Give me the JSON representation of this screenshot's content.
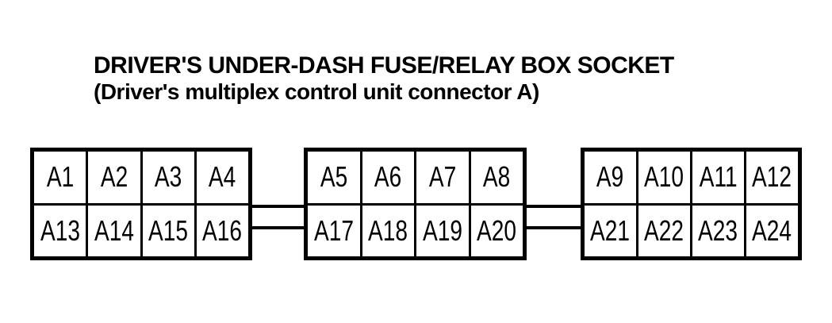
{
  "title": "DRIVER'S UNDER-DASH FUSE/RELAY BOX SOCKET",
  "subtitle": "(Driver's multiplex control unit connector A)",
  "colors": {
    "ink": "#000000",
    "paper": "#ffffff"
  },
  "connector": {
    "name": "Driver's multiplex control unit connector A",
    "blocks": [
      {
        "top_row": [
          "A1",
          "A2",
          "A3",
          "A4"
        ],
        "bottom_row": [
          "A13",
          "A14",
          "A15",
          "A16"
        ]
      },
      {
        "top_row": [
          "A5",
          "A6",
          "A7",
          "A8"
        ],
        "bottom_row": [
          "A17",
          "A18",
          "A19",
          "A20"
        ]
      },
      {
        "top_row": [
          "A9",
          "A10",
          "A11",
          "A12"
        ],
        "bottom_row": [
          "A21",
          "A22",
          "A23",
          "A24"
        ]
      }
    ]
  }
}
